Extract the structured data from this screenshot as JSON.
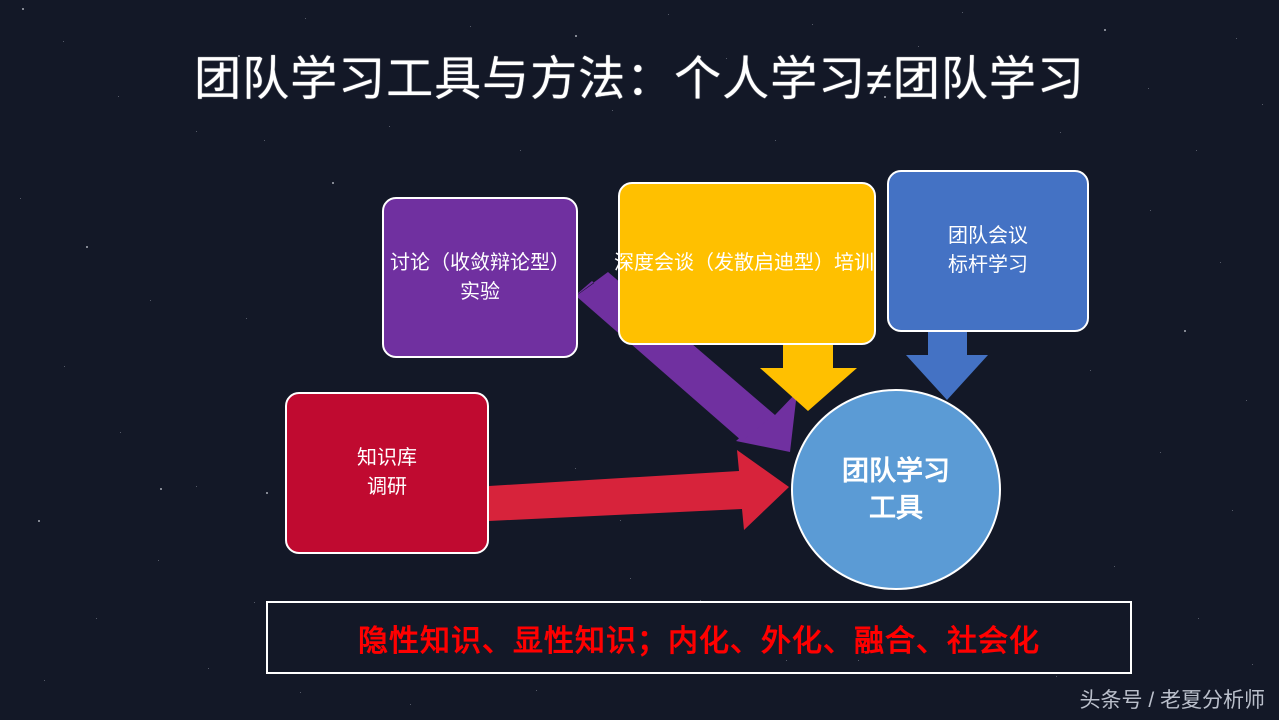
{
  "slide": {
    "background_color": "#131827",
    "title": "团队学习工具与方法：个人学习≠团队学习"
  },
  "nodes": [
    {
      "id": "discussion",
      "label": "讨论（收敛辩论型）实验",
      "color": "#7030A0",
      "shape": "rounded-rect"
    },
    {
      "id": "dialogue",
      "label": "深度会谈（发散启迪型）培训",
      "color": "#FFC000",
      "shape": "rounded-rect"
    },
    {
      "id": "meeting",
      "label": "团队会议\n标杆学习",
      "line1": "团队会议",
      "line2": "标杆学习",
      "color": "#4472C4",
      "shape": "rounded-rect"
    },
    {
      "id": "knowledge",
      "label": "知识库\n调研",
      "line1": "知识库",
      "line2": "调研",
      "color": "#C00A30",
      "shape": "rounded-rect"
    }
  ],
  "center": {
    "line1": "团队学习",
    "line2": "工具",
    "color": "#5B9BD5",
    "shape": "circle"
  },
  "arrows": [
    {
      "id": "purple-arrow",
      "from": "discussion",
      "to": "center",
      "color": "#7030A0",
      "direction": "down-right"
    },
    {
      "id": "yellow-arrow",
      "from": "dialogue",
      "to": "center",
      "color": "#FFC000",
      "direction": "down"
    },
    {
      "id": "blue-arrow",
      "from": "meeting",
      "to": "center",
      "color": "#4472C4",
      "direction": "down"
    },
    {
      "id": "red-arrow",
      "from": "knowledge",
      "to": "center",
      "color": "#D7233B",
      "direction": "right"
    }
  ],
  "banner": {
    "text": "隐性知识、显性知识；内化、外化、融合、社会化",
    "text_color": "#FF0000",
    "border_color": "#FFFFFF"
  },
  "watermark": {
    "text": "头条号 / 老夏分析师"
  }
}
